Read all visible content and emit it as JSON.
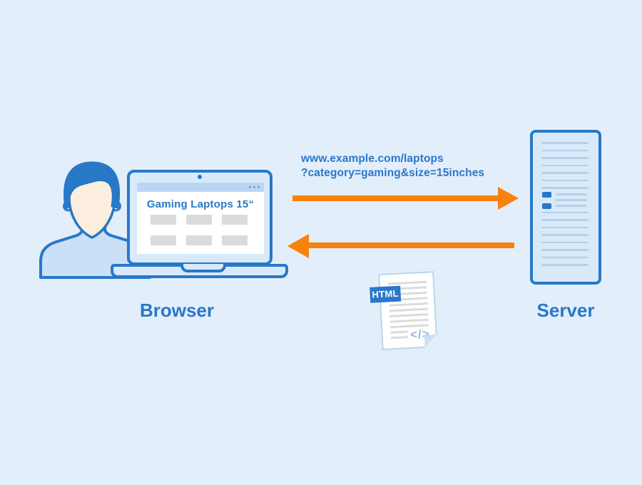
{
  "scene": {
    "browser": {
      "label": "Browser",
      "page_title": "Gaming Laptops 15“"
    },
    "server": {
      "label": "Server"
    },
    "request": {
      "url_line1": "www.example.com/laptops",
      "url_line2": "?category=gaming&size=15inches"
    },
    "document": {
      "badge_label": "HTML",
      "code_glyph": "</>"
    }
  },
  "colors": {
    "background": "#e3eefb",
    "accent_blue": "#2878c8",
    "light_blue_fill": "#d8e9fa",
    "titlebar_blue": "#b9d7f3",
    "arrow_orange": "#f8820c",
    "placeholder_gray": "#dbdbdb",
    "server_line_blue": "#b7d0e6",
    "skin": "#fceede",
    "shirt_blue": "#c9e0f6"
  }
}
